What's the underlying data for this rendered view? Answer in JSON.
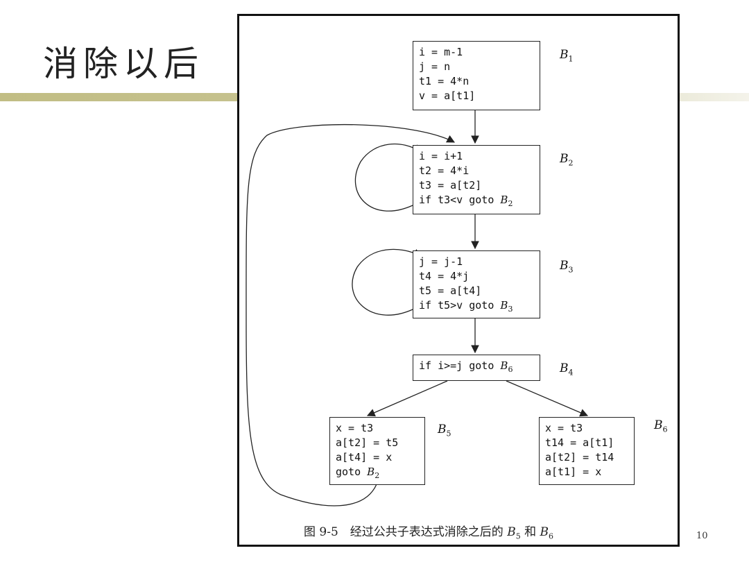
{
  "slide": {
    "title": "消除以后",
    "page_number": "10"
  },
  "caption": {
    "prefix": "图 9-5　经过公共子表达式消除之后的 ",
    "b": "B",
    "sub5": "5",
    "and": " 和 ",
    "sub6": "6"
  },
  "blocks": [
    {
      "id": "b1",
      "label": "B",
      "label_sub": "1",
      "lines": [
        {
          "code": "i = m-1"
        },
        {
          "code": "j = n"
        },
        {
          "code": "t1 = 4*n"
        },
        {
          "code": "v = a[t1]"
        }
      ]
    },
    {
      "id": "b2",
      "label": "B",
      "label_sub": "2",
      "lines": [
        {
          "code": "i = i+1"
        },
        {
          "code": "t2 = 4*i"
        },
        {
          "code": "t3 = a[t2]"
        },
        {
          "code": "if t3<v goto ",
          "ref": "B",
          "ref_sub": "2"
        }
      ]
    },
    {
      "id": "b3",
      "label": "B",
      "label_sub": "3",
      "lines": [
        {
          "code": "j = j-1"
        },
        {
          "code": "t4 = 4*j"
        },
        {
          "code": "t5 = a[t4]"
        },
        {
          "code": "if t5>v goto ",
          "ref": "B",
          "ref_sub": "3"
        }
      ]
    },
    {
      "id": "b4",
      "label": "B",
      "label_sub": "4",
      "lines": [
        {
          "code": "if i>=j goto ",
          "ref": "B",
          "ref_sub": "6"
        }
      ]
    },
    {
      "id": "b5",
      "label": "B",
      "label_sub": "5",
      "lines": [
        {
          "code": "x = t3"
        },
        {
          "code": "a[t2] = t5"
        },
        {
          "code": "a[t4] = x"
        },
        {
          "code": "goto ",
          "ref": "B",
          "ref_sub": "2"
        }
      ]
    },
    {
      "id": "b6",
      "label": "B",
      "label_sub": "6",
      "lines": [
        {
          "code": "x = t3"
        },
        {
          "code": "t14 = a[t1]"
        },
        {
          "code": "a[t2] = t14"
        },
        {
          "code": "a[t1] = x"
        }
      ]
    }
  ],
  "edges": [
    {
      "from": "b1",
      "to": "b2"
    },
    {
      "from": "b2",
      "to": "b2"
    },
    {
      "from": "b2",
      "to": "b3"
    },
    {
      "from": "b3",
      "to": "b3"
    },
    {
      "from": "b3",
      "to": "b4"
    },
    {
      "from": "b4",
      "to": "b5"
    },
    {
      "from": "b4",
      "to": "b6"
    },
    {
      "from": "b5",
      "to": "b2"
    }
  ],
  "colors": {
    "title_bar": "#c1bd84",
    "stroke": "#222222"
  }
}
